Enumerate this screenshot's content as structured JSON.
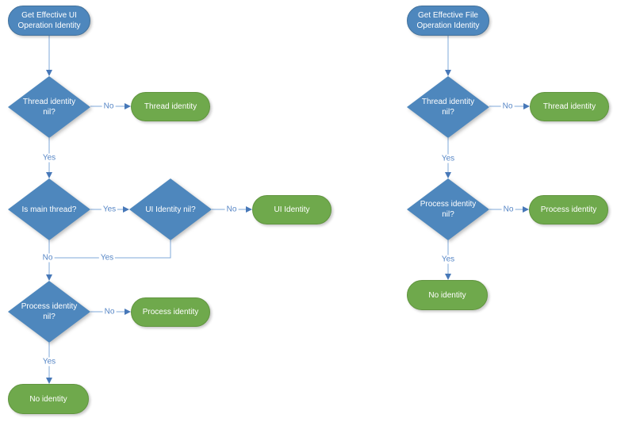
{
  "colors": {
    "background": "#FFFFFF",
    "node_blue": "#4E87BD",
    "node_blue_border": "#4confirm179C",
    "node_green": "#6FA94C",
    "node_green_border": "#61953F",
    "line": "#7FA8D9",
    "arrow": "#4778B8",
    "edge_label": "#5585C5",
    "node_text": "#FFFFFF"
  },
  "flow_ui": {
    "start": "Get Effective UI\nOperation Identity",
    "thread_nil": "Thread identity\nnil?",
    "thread_identity": "Thread identity",
    "is_main_thread": "Is main thread?",
    "ui_nil": "UI Identity nil?",
    "ui_identity": "UI Identity",
    "process_nil": "Process identity\nnil?",
    "process_identity": "Process identity",
    "no_identity": "No identity"
  },
  "flow_file": {
    "start": "Get Effective File\nOperation Identity",
    "thread_nil": "Thread identity\nnil?",
    "thread_identity": "Thread identity",
    "process_nil": "Process identity\nnil?",
    "process_identity": "Process identity",
    "no_identity": "No identity"
  },
  "edge_labels": {
    "yes": "Yes",
    "no": "No"
  }
}
